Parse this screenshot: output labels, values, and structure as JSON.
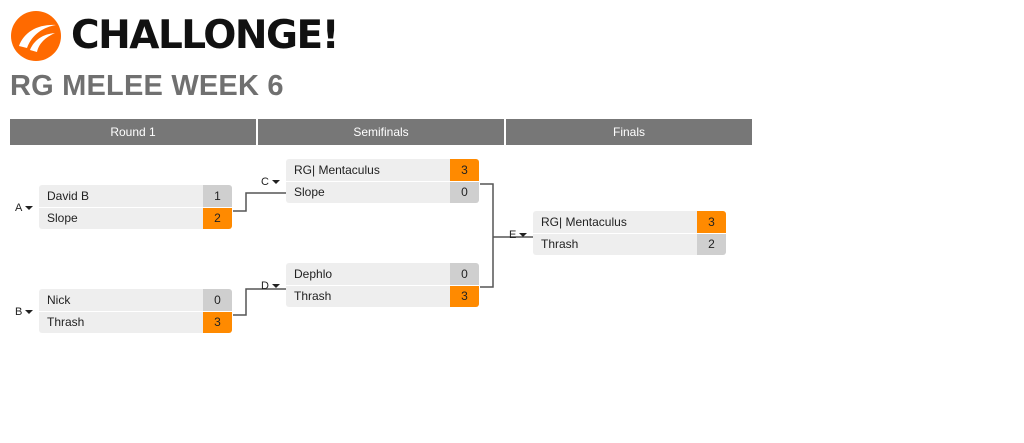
{
  "brand": {
    "name": "CHALLONGE!",
    "accent": "#ff6a00"
  },
  "tournament": {
    "title": "RG MELEE WEEK 6"
  },
  "rounds": [
    "Round 1",
    "Semifinals",
    "Finals"
  ],
  "colors": {
    "win": "#ff8a00",
    "loss": "#cfcfcf",
    "header": "#777777"
  },
  "matches": {
    "A": {
      "label": "A",
      "p1": {
        "name": "David B",
        "score": "1"
      },
      "p2": {
        "name": "Slope",
        "score": "2"
      }
    },
    "B": {
      "label": "B",
      "p1": {
        "name": "Nick",
        "score": "0"
      },
      "p2": {
        "name": "Thrash",
        "score": "3"
      }
    },
    "C": {
      "label": "C",
      "p1": {
        "name": "RG| Mentaculus",
        "score": "3"
      },
      "p2": {
        "name": "Slope",
        "score": "0"
      }
    },
    "D": {
      "label": "D",
      "p1": {
        "name": "Dephlo",
        "score": "0"
      },
      "p2": {
        "name": "Thrash",
        "score": "3"
      }
    },
    "E": {
      "label": "E",
      "p1": {
        "name": "RG| Mentaculus",
        "score": "3"
      },
      "p2": {
        "name": "Thrash",
        "score": "2"
      }
    }
  }
}
